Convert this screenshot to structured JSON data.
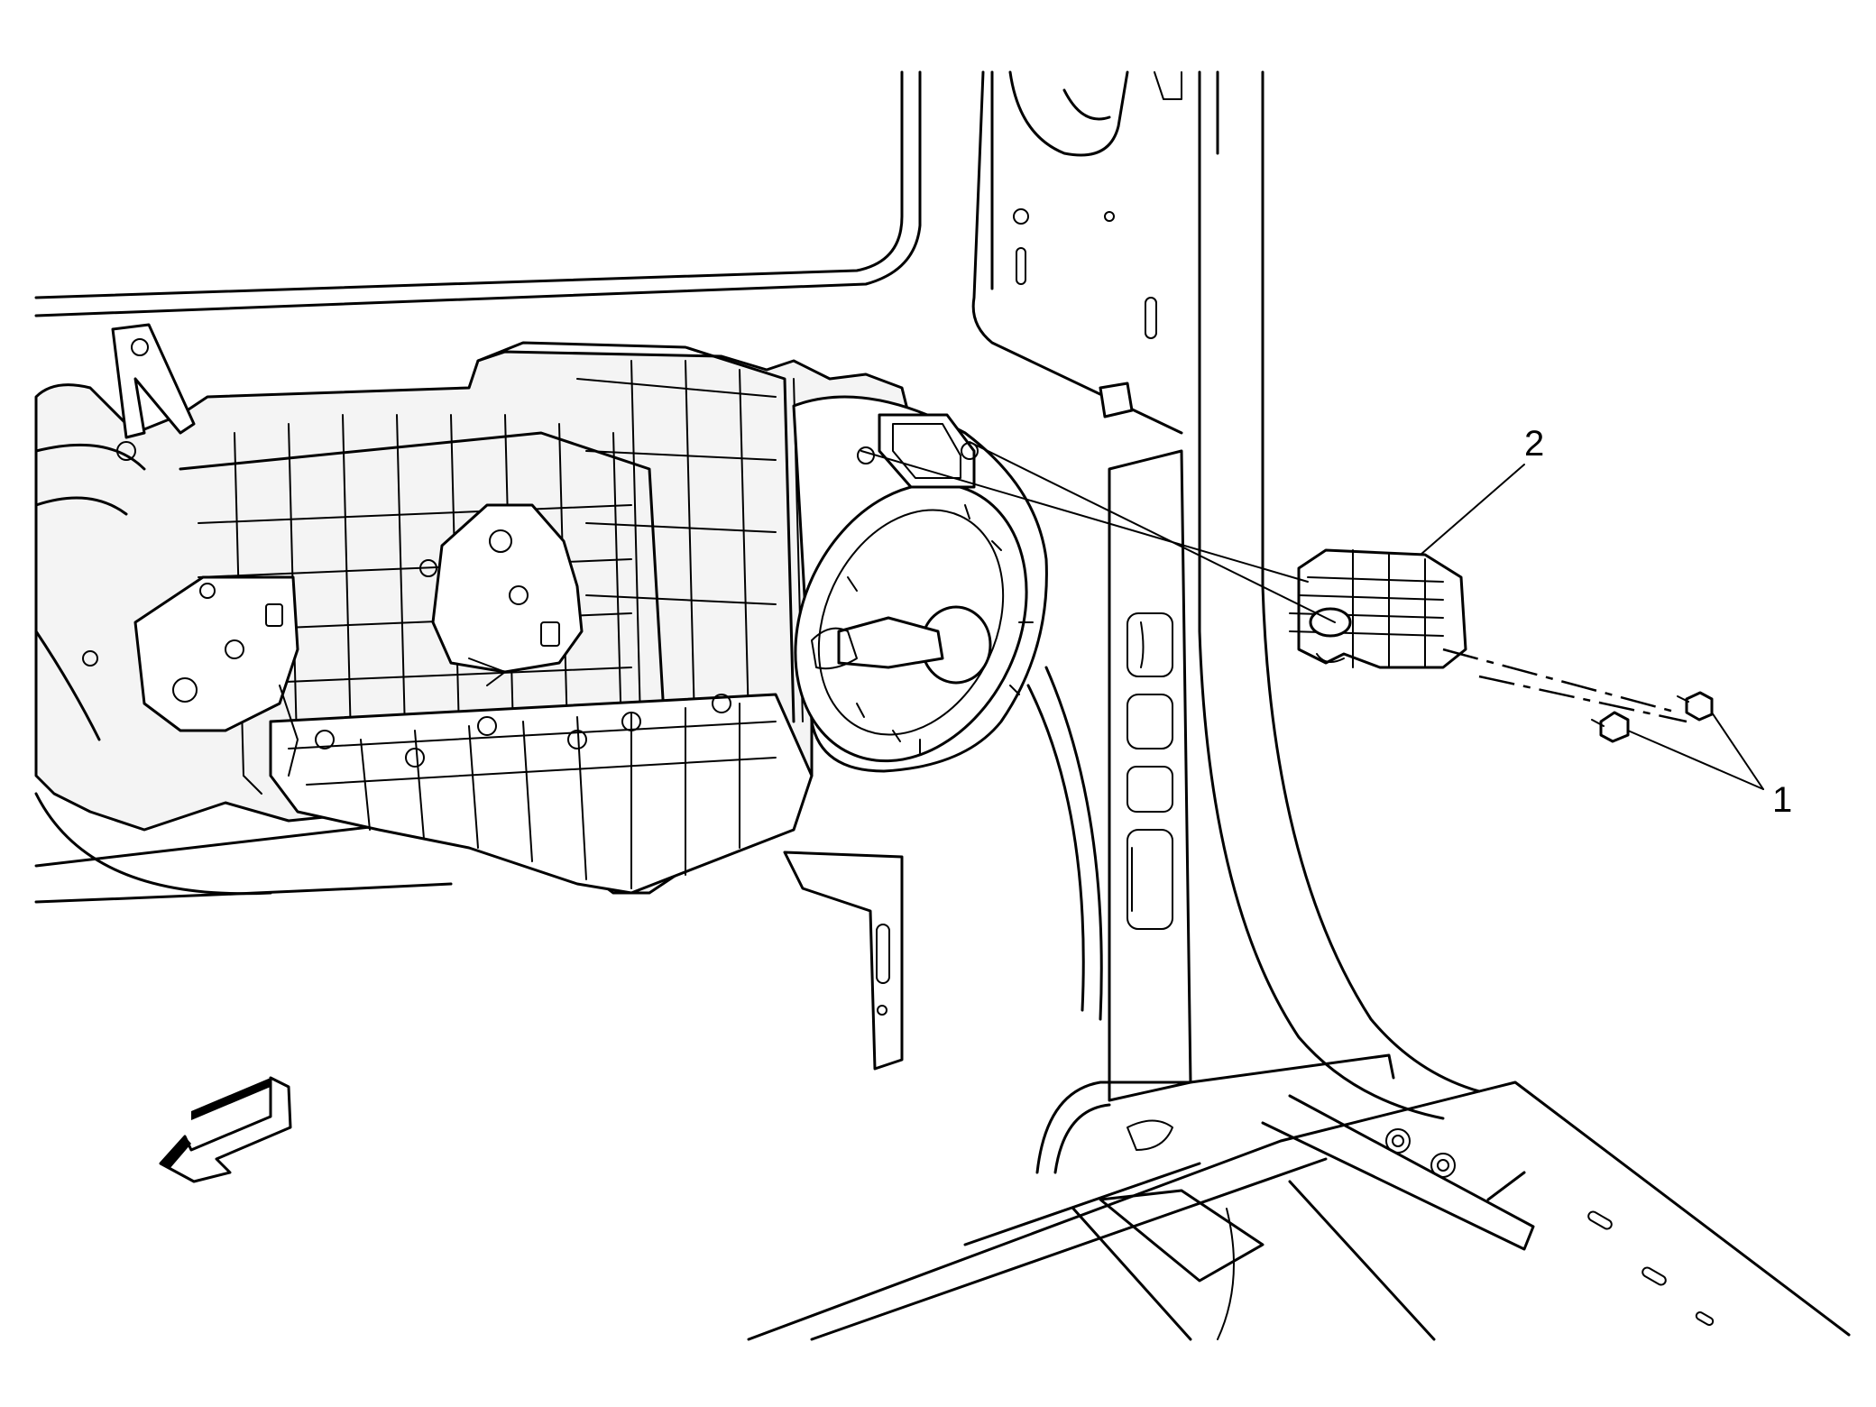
{
  "diagram": {
    "callouts": [
      {
        "id": "1",
        "label": "1"
      },
      {
        "id": "2",
        "label": "2"
      }
    ],
    "icons": {
      "direction_arrow": "front-direction-arrow-icon"
    },
    "colors": {
      "line": "#000000",
      "background": "#ffffff"
    }
  }
}
